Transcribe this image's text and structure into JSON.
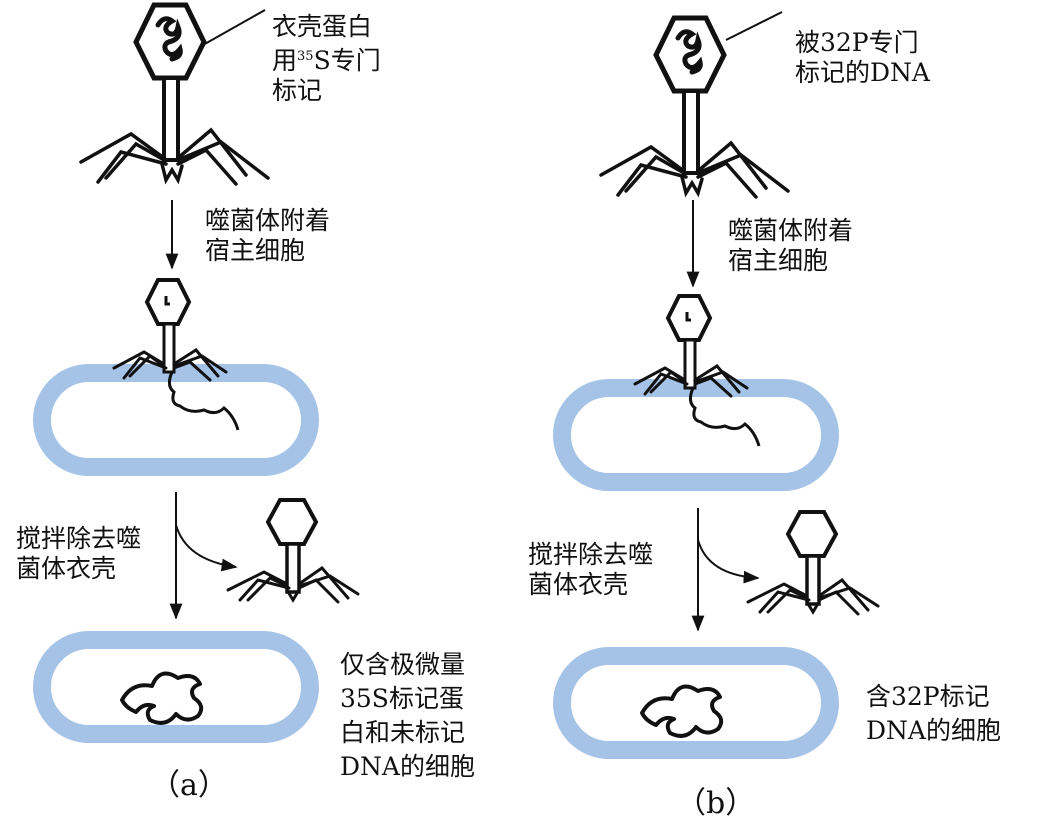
{
  "panel_a": {
    "caption": "（a）",
    "phage_label_line1": "衣壳蛋白",
    "phage_label_line2_pre": "用",
    "phage_label_line2_sup": "35",
    "phage_label_line2_post": "S专门",
    "phage_label_line3": "标记",
    "attach_line1": "噬菌体附着",
    "attach_line2": "宿主细胞",
    "stir_line1": "搅拌除去噬",
    "stir_line2": "菌体衣壳",
    "result_line1": "仅含极微量",
    "result_line2": "35S标记蛋",
    "result_line3": "白和未标记",
    "result_line4": "DNA的细胞"
  },
  "panel_b": {
    "caption": "（b）",
    "phage_label_line1": "被32P专门",
    "phage_label_line2": "标记的DNA",
    "attach_line1": "噬菌体附着",
    "attach_line2": "宿主细胞",
    "stir_line1": "搅拌除去噬",
    "stir_line2": "菌体衣壳",
    "result_line1": "含32P标记",
    "result_line2": "DNA的细胞"
  },
  "colors": {
    "cell_wall": "#a4c3e6",
    "ink": "#111111"
  }
}
